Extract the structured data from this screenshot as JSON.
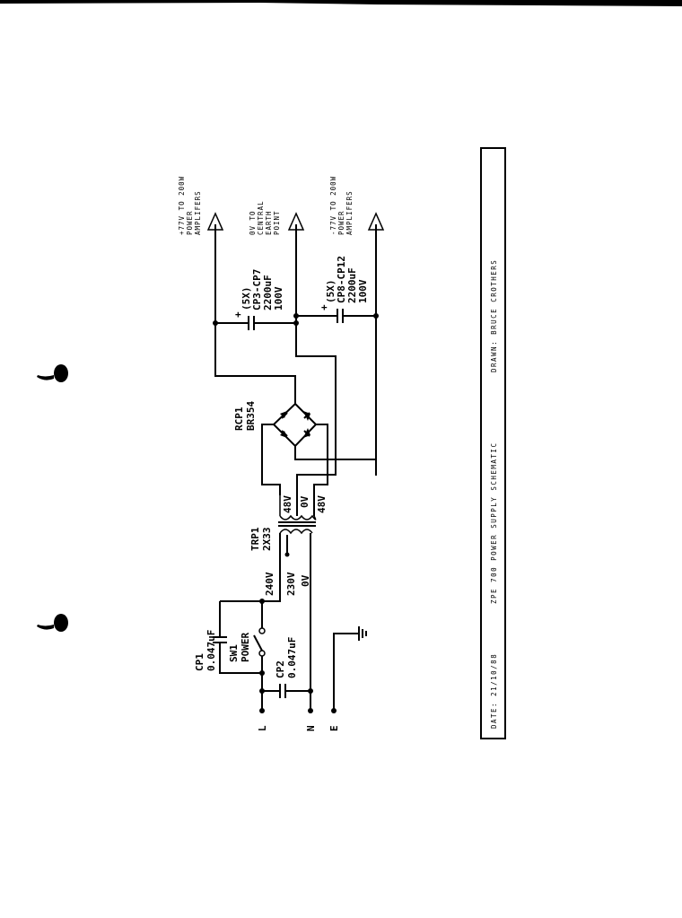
{
  "document": {
    "title_block": {
      "date_label": "DATE: 21/10/88",
      "title": "ZPE 700 POWER SUPPLY SCHEMATIC",
      "drawn_by": "DRAWN: BRUCE CROTHERS"
    }
  },
  "outputs": [
    {
      "lines": [
        "+77V TO 200W",
        "POWER",
        "AMPLIFERS"
      ]
    },
    {
      "lines": [
        "0V TO",
        "CENTRAL",
        "EARTH",
        "POINT"
      ]
    },
    {
      "lines": [
        "-77V TO 200W",
        "POWER",
        "AMPLIFERS"
      ]
    }
  ],
  "components": {
    "cap_bank_pos": {
      "lines": [
        "(5X)",
        "CP3-CP7",
        "2200uF",
        "100V"
      ],
      "polarity": "+"
    },
    "cap_bank_neg": {
      "lines": [
        "(5X)",
        "CP8-CP12",
        "2200uF",
        "100V"
      ],
      "polarity": "+"
    },
    "bridge": {
      "ref": "RCP1",
      "part": "BR354"
    },
    "transformer": {
      "ref": "TRP1",
      "part": "2X33",
      "secondary_taps": [
        "48V",
        "0V",
        "48V"
      ],
      "primary_taps": [
        "240V",
        "230V",
        "0V"
      ]
    },
    "cp1": {
      "ref": "CP1",
      "value": "0.047uF"
    },
    "sw1": {
      "ref": "SW1",
      "label": "POWER"
    },
    "cp2": {
      "ref": "CP2",
      "value": "0.047uF"
    }
  },
  "terminals": [
    "L",
    "N",
    "E"
  ],
  "colors": {
    "ink": "#000000",
    "paper": "#ffffff"
  }
}
